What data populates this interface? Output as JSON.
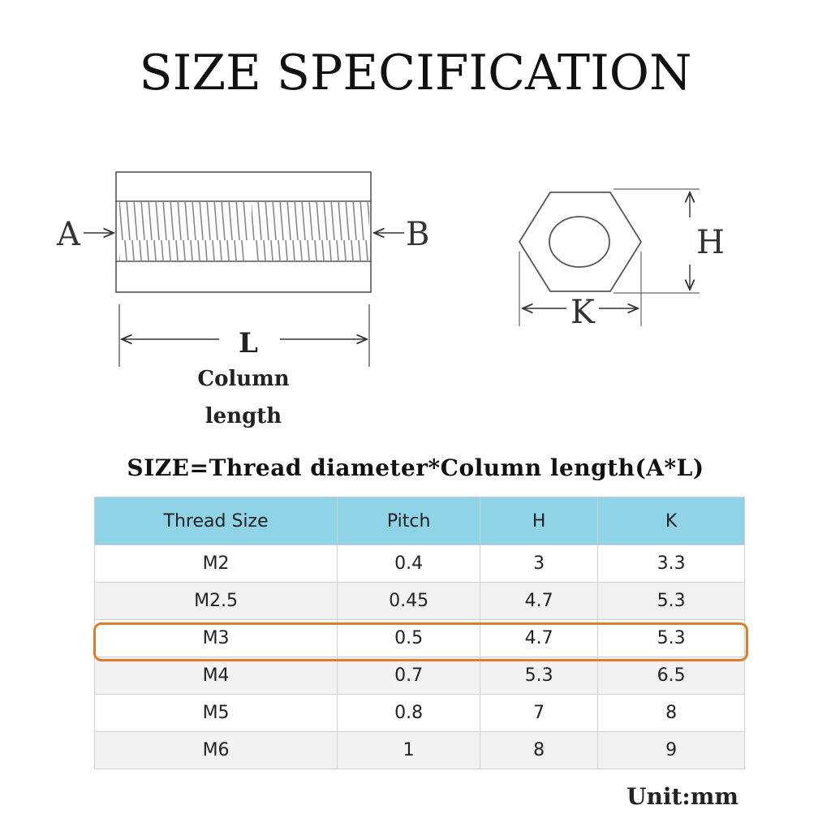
{
  "title": "SIZE SPECIFICATION",
  "diagram": {
    "label_a": "A",
    "label_b": "B",
    "label_l": "L",
    "label_h": "H",
    "label_k": "K",
    "column_length_line1": "Column",
    "column_length_line2": "length"
  },
  "formula": "SIZE=Thread diameter*Column length(A*L)",
  "table": {
    "headers": [
      "Thread Size",
      "Pitch",
      "H",
      "K"
    ],
    "rows": [
      [
        "M2",
        "0.4",
        "3",
        "3.3"
      ],
      [
        "M2.5",
        "0.45",
        "4.7",
        "5.3"
      ],
      [
        "M3",
        "0.5",
        "4.7",
        "5.3"
      ],
      [
        "M4",
        "0.7",
        "5.3",
        "6.5"
      ],
      [
        "M5",
        "0.8",
        "7",
        "8"
      ],
      [
        "M6",
        "1",
        "8",
        "9"
      ]
    ],
    "highlighted_row": "M3"
  },
  "unit": "Unit:mm",
  "colors": {
    "header_bg": "#8ed3e6",
    "highlight": "#e07b28"
  }
}
